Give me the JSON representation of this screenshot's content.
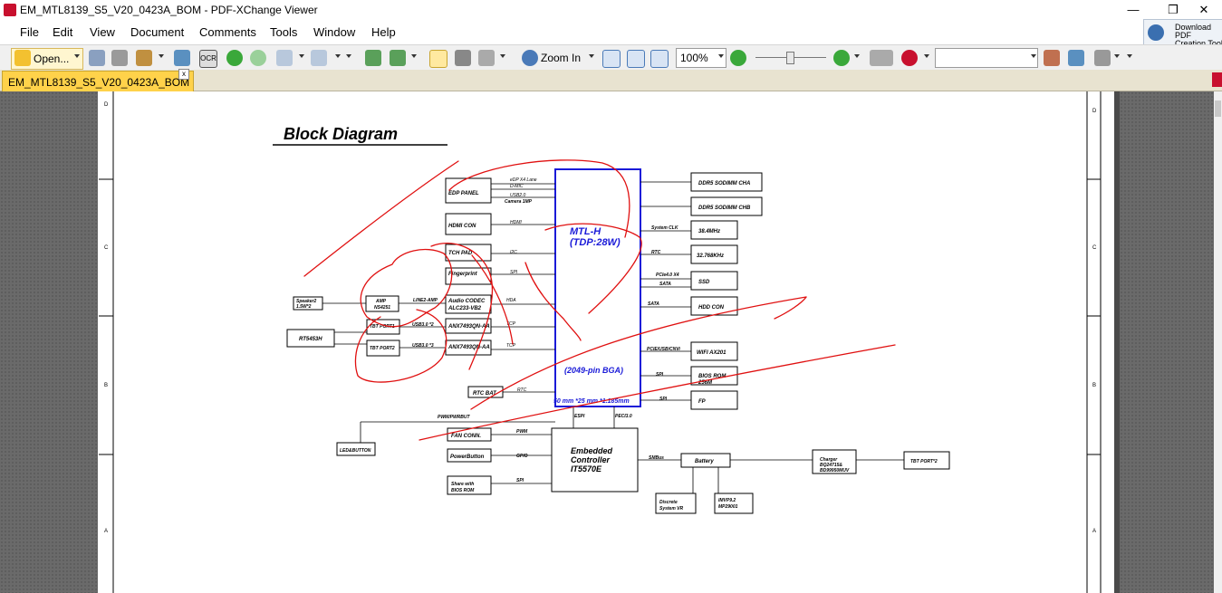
{
  "window": {
    "title": "EM_MTL8139_S5_V20_0423A_BOM  - PDF-XChange Viewer",
    "minimize_glyph": "—",
    "restore_glyph": "❐",
    "close_glyph": "✕"
  },
  "menu": {
    "items": [
      "File",
      "Edit",
      "View",
      "Document",
      "Comments",
      "Tools",
      "Window",
      "Help"
    ]
  },
  "promo": {
    "line1": "Download PDF",
    "line2": "Creation Tool"
  },
  "toolbar": {
    "open_label": "Open...",
    "zoom_in_label": "Zoom In",
    "zoom_value": "100%",
    "search_placeholder": ""
  },
  "tab": {
    "label": "EM_MTL8139_S5_V20_0423A_BOM",
    "close_glyph": "x"
  },
  "page": {
    "frame_marks": {
      "left": [
        "D",
        "C",
        "B",
        "A"
      ],
      "right": [
        "D",
        "C",
        "B",
        "A"
      ]
    },
    "heading": "Block Diagram",
    "cpu": {
      "name": "MTL-H",
      "tdp": "(TDP:28W)",
      "package": "(2049-pin BGA)",
      "size": "50 mm *25 mm *1.185mm"
    },
    "ec": {
      "line1": "Embedded",
      "line2": "Controller",
      "line3": "IT5570E"
    },
    "left_blocks": [
      "EDP PANEL",
      "HDMI CON",
      "TCH PAD",
      "Fingerprint",
      "Audio CODEC",
      "ALC233-VB2",
      "ANX7493QN-AA",
      "ANX7493QN-AA",
      "RTC BAT"
    ],
    "left_signals": [
      "eDP X4 Lane",
      "D-MIC",
      "USB2.0",
      "Camera  1MP",
      "HDMI",
      "I2C",
      "SPI",
      "HDA",
      "TCP",
      "TCP",
      "RTC"
    ],
    "far_left_blocks": [
      "Speaker2",
      "1.5W*2",
      "AMP",
      "NS4251",
      "TBT PORT1",
      "TBT PORT2",
      "RT5453H",
      "LED&BUTTON"
    ],
    "far_left_signals": [
      "LINE2-AMP",
      "USB3.0 *2",
      "USB3.0 *3"
    ],
    "right_blocks": [
      "DDR5 SODIMM CHA",
      "DDR5 SODIMM CHB",
      "38.4MHz",
      "32.768KHz",
      "SSD",
      "HDD CON",
      "WIFI AX201",
      "BIOS ROM",
      "256M",
      "FP"
    ],
    "right_signals": [
      "System CLK",
      "RTC",
      "PCIe4.0 X4",
      "SATA",
      "SATA",
      "PCIE/USB/CNVi",
      "SPI",
      "SPI"
    ],
    "bottom_blocks": [
      "FAN CONN.",
      "PowerButton",
      "Share with",
      "BIOS ROM",
      "Battery",
      "Charger",
      "BQ24715&",
      "BD99950MUV",
      "TBT PORT*2",
      "Discrete",
      "System VR",
      "IMVP9.2",
      "MP29001"
    ],
    "bottom_signals": [
      "PWM/PWRBUT",
      "ESPI",
      "PECI3.0",
      "PWM",
      "GPIO",
      "SPI",
      "SMBus"
    ]
  },
  "colors": {
    "cpu": "#1a1ad8",
    "ink": "#e01010",
    "tab": "#ffd24a"
  }
}
